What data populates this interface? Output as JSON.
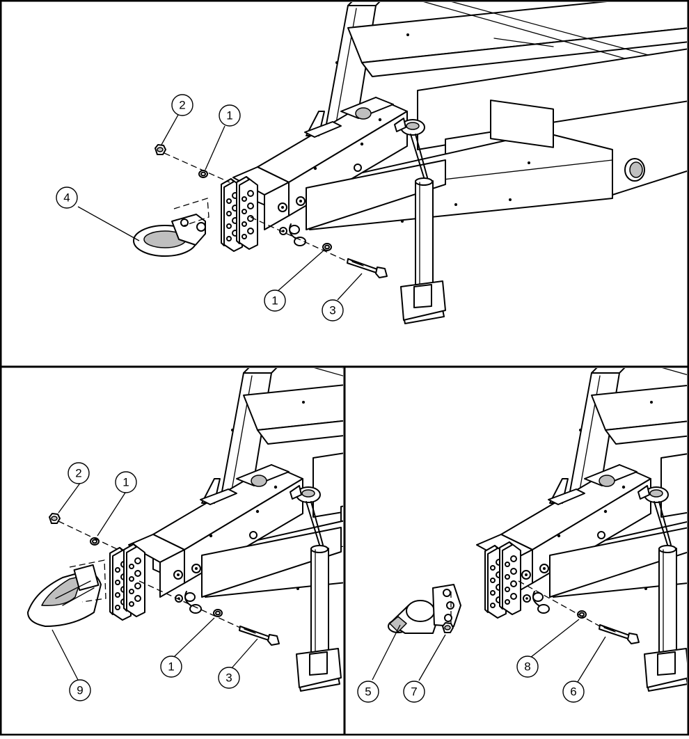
{
  "panels": [
    {
      "id": "top",
      "callouts": [
        {
          "label": "1"
        },
        {
          "label": "2"
        },
        {
          "label": "1"
        },
        {
          "label": "3"
        },
        {
          "label": "4"
        }
      ]
    },
    {
      "id": "bottom-left",
      "callouts": [
        {
          "label": "2"
        },
        {
          "label": "1"
        },
        {
          "label": "1"
        },
        {
          "label": "3"
        },
        {
          "label": "9"
        }
      ]
    },
    {
      "id": "bottom-right",
      "callouts": [
        {
          "label": "5"
        },
        {
          "label": "7"
        },
        {
          "label": "8"
        },
        {
          "label": "6"
        }
      ]
    }
  ],
  "colors": {
    "line": "#000000",
    "paper": "#ffffff",
    "fill_gray": "#bfbfbf"
  }
}
